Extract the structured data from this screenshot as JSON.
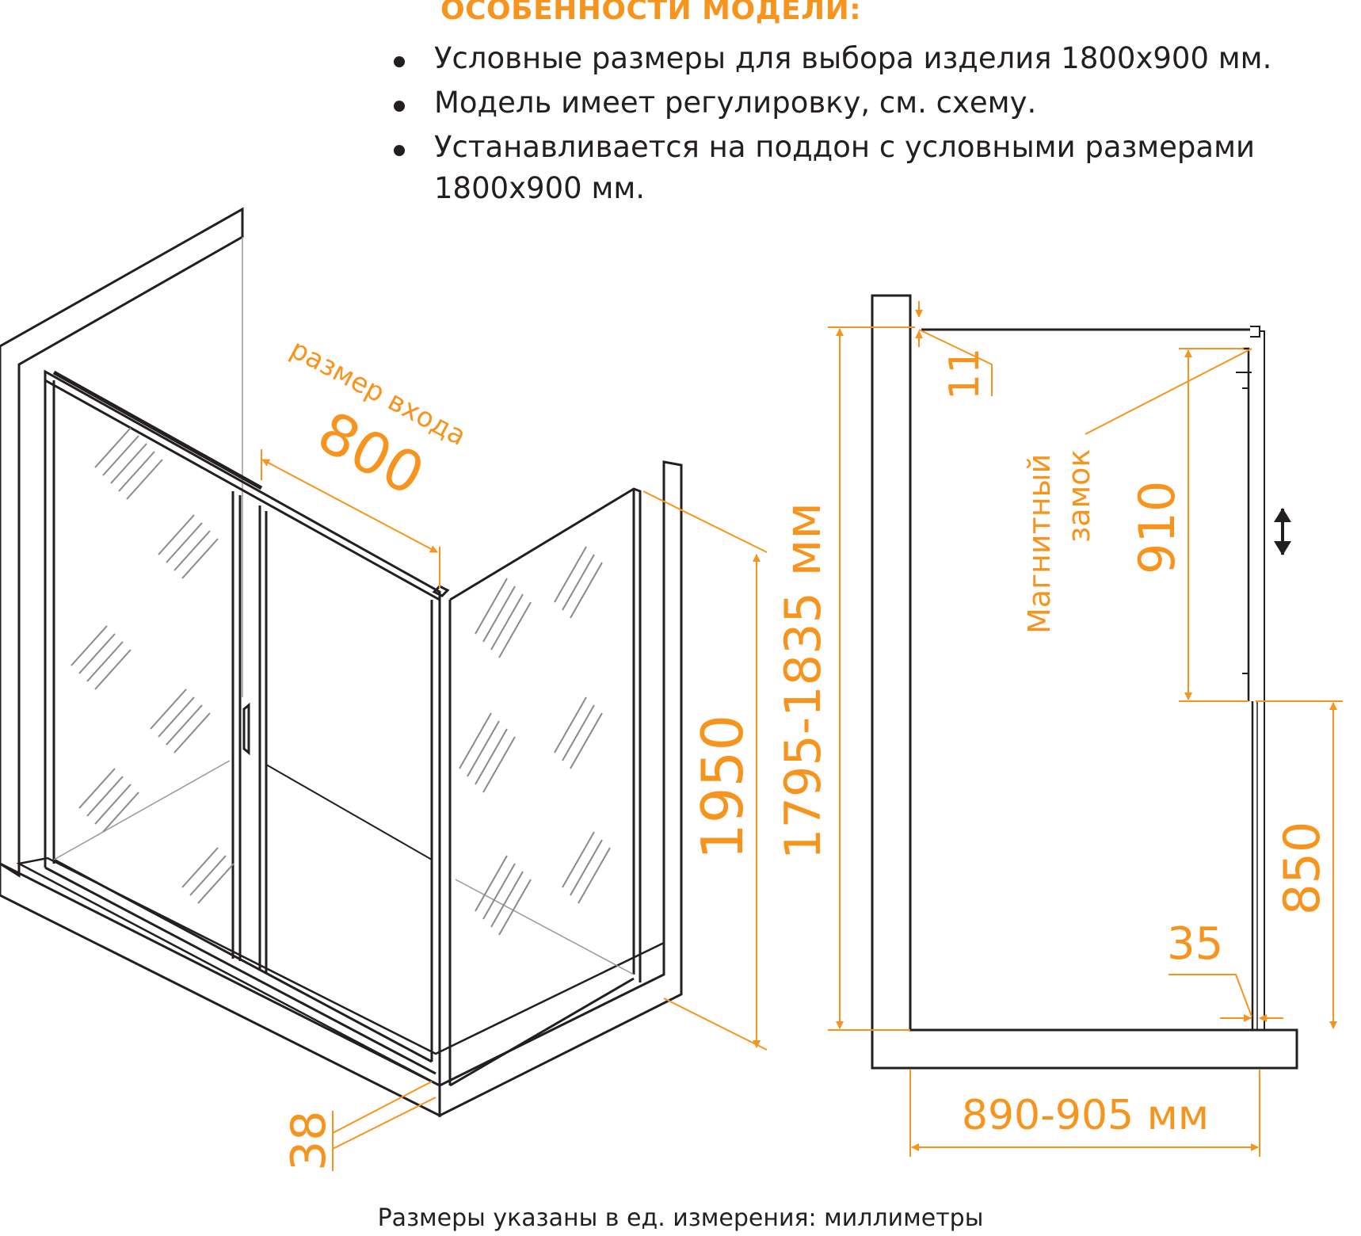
{
  "features": {
    "title": "ОСОБЕННОСТИ МОДЕЛИ:",
    "items": [
      "Условные размеры для выбора изделия 1800х900 мм.",
      "Модель имеет регулировку, см. схему.",
      "Устанавливается на поддон с условными размерами 1800х900 мм."
    ]
  },
  "iso_view": {
    "entrance_label": "размер входа",
    "entrance_width": "800",
    "height": "1950",
    "profile_offset": "38"
  },
  "side_view": {
    "top_gap": "11",
    "adjust_range": "1795-1835 мм",
    "magnet_lock_label_1": "Магнитный",
    "magnet_lock_label_2": "замок",
    "magnet_section": "910",
    "lower_section": "850",
    "glass_offset": "35",
    "width_range": "890-905 мм"
  },
  "footnote": "Размеры указаны в ед. измерения: миллиметры",
  "colors": {
    "accent": "#F7941D",
    "line": "#231F20"
  }
}
